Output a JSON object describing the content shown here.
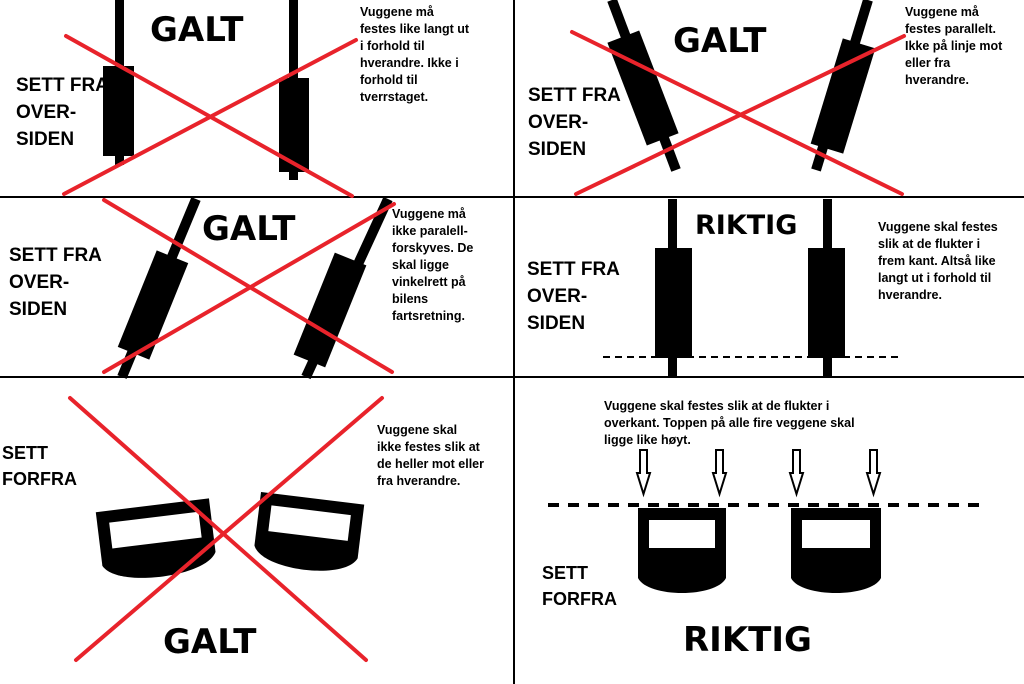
{
  "panels": [
    {
      "verdict": "GALT",
      "view": "SETT FRA\nOVER-\nSIDEN",
      "note": "Vuggene   må\nfestes like langt ut\ni forhold til\nhverandre. Ikke i\nforhold til\ntverrstaget."
    },
    {
      "verdict": "GALT",
      "view": "SETT FRA\nOVER-\nSIDEN",
      "note": "Vuggene   må\nfestes parallelt.\nIkke på linje mot\neller fra\nhverandre."
    },
    {
      "verdict": "GALT",
      "view": "SETT FRA\nOVER-\nSIDEN",
      "note": "Vuggene   må\nikke paralell-\nforskyves. De\nskal ligge\nvinkelrett på\nbilens\nfartsretning."
    },
    {
      "verdict": "RIKTIG",
      "view": "SETT FRA\nOVER-\nSIDEN",
      "note": "Vuggene   skal festes\nslik at de flukter i\nfrem kant. Altså like\nlangt ut i forhold til\nhverandre."
    },
    {
      "verdict": "GALT",
      "view": "SETT\nFORFRA",
      "note": "Vuggene   skal\nikke festes slik at\nde heller mot eller\nfra hverandre."
    },
    {
      "verdict": "RIKTIG",
      "view": "SETT\nFORFRA",
      "note": "Vuggene   skal festes slik at de flukter i\noverkant. Toppen på alle fire veggene skal\nligge like høyt."
    }
  ],
  "colors": {
    "cross": "#e8232b",
    "ink": "#000000",
    "grid": "#000000"
  }
}
